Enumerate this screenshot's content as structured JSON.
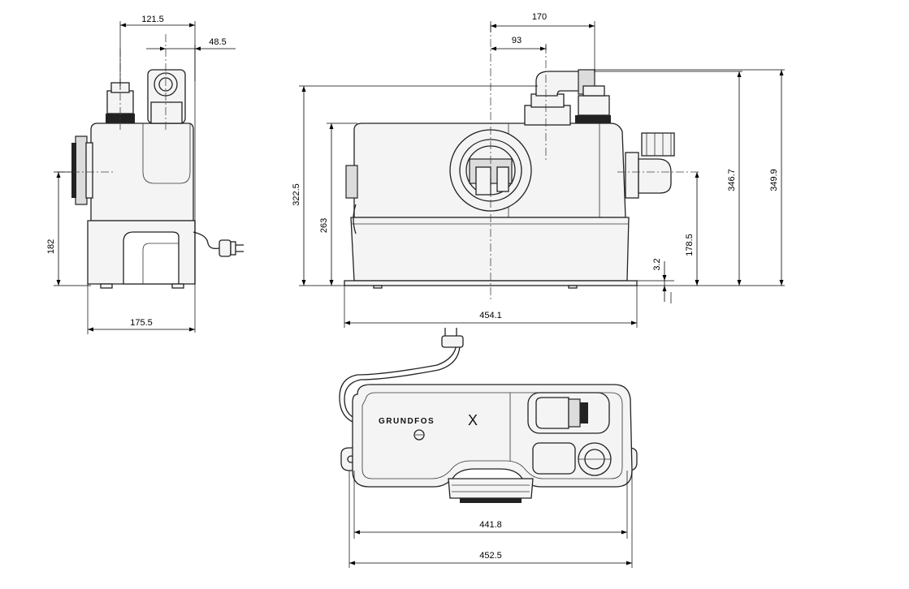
{
  "drawing": {
    "brand_logo": "GRUNDFOS",
    "brand_mark": "X",
    "side_view": {
      "dims": {
        "top_width": "121.5",
        "outlet_offset": "48.5",
        "inlet_height": "182",
        "base_width": "175.5"
      }
    },
    "front_view": {
      "dims": {
        "outlet_spacing": "170",
        "center_offset": "93",
        "overall_height_left": "322.5",
        "body_height": "263",
        "inlet_height": "178.5",
        "base_gap": "3.2",
        "top_height": "346.7",
        "overall_height": "349.9",
        "base_length": "454.1"
      }
    },
    "top_view": {
      "dims": {
        "mount_spacing": "441.8",
        "overall_length": "452.5"
      }
    }
  }
}
